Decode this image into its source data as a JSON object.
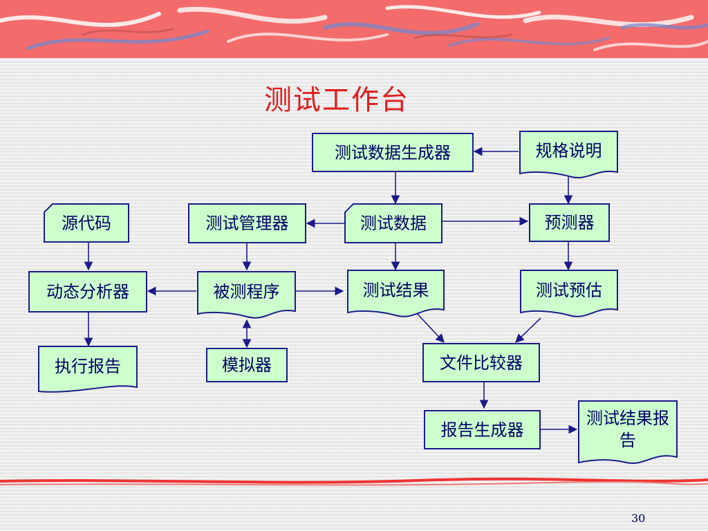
{
  "slide": {
    "title": "测试工作台",
    "page_number": "30"
  },
  "nodes": {
    "test_data_generator": "测试数据生成器",
    "spec": "规格说明",
    "source_code": "源代码",
    "test_manager": "测试管理器",
    "test_data": "测试数据",
    "predictor": "预测器",
    "dynamic_analyzer": "动态分析器",
    "program_under_test": "被测程序",
    "test_result": "测试结果",
    "test_estimate": "测试预估",
    "execution_report": "执行报告",
    "simulator": "模拟器",
    "file_comparator": "文件比较器",
    "report_generator": "报告生成器",
    "test_result_report": "测试结果报告"
  },
  "colors": {
    "banner": "#f46b6b",
    "node_fill": "#ccffcc",
    "node_border": "#1b1b8a",
    "node_text": "#000066",
    "title": "#e21c1c",
    "bottom_line": "#ee3333"
  }
}
